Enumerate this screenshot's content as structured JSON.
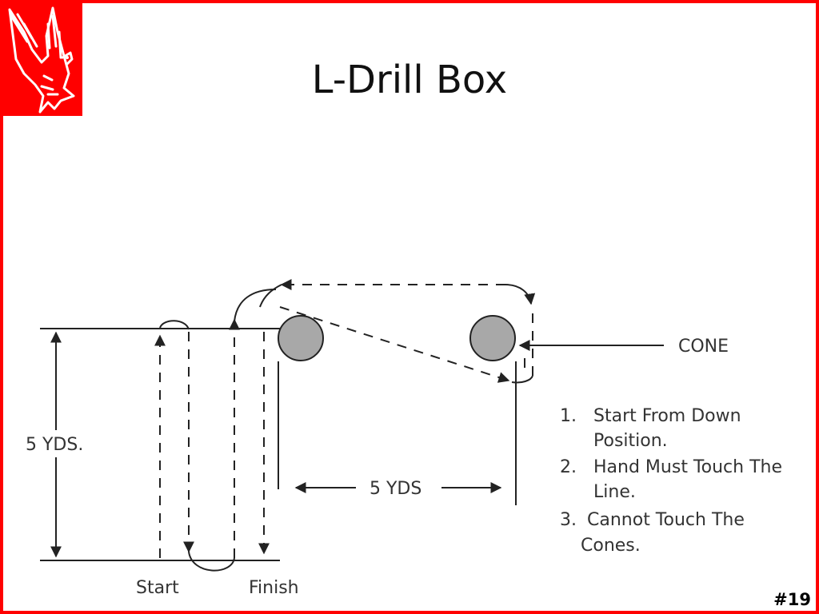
{
  "slide": {
    "title": "L-Drill Box",
    "number": "#19",
    "logo_icon": "hawk-icon",
    "accent_color": "#ff0000"
  },
  "diagram": {
    "vertical_distance_label": "5 YDS.",
    "horizontal_distance_label": "5 YDS",
    "cone_label": "CONE",
    "start_label": "Start",
    "finish_label": "Finish",
    "instructions": [
      {
        "number": "1.",
        "lines": [
          "Start From Down",
          "Position."
        ]
      },
      {
        "number": "2.",
        "lines": [
          "Hand Must Touch The",
          "Line."
        ]
      },
      {
        "number": "3.",
        "lines": [
          "Cannot Touch The",
          "Cones."
        ]
      }
    ]
  }
}
